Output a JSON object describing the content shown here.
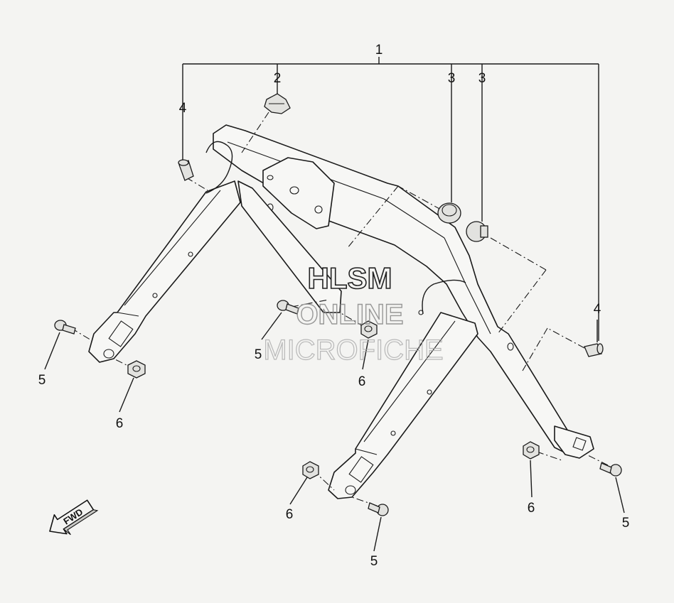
{
  "diagram": {
    "callouts": [
      {
        "id": "c1",
        "text": "1"
      },
      {
        "id": "c2",
        "text": "2"
      },
      {
        "id": "c3a",
        "text": "3"
      },
      {
        "id": "c3b",
        "text": "3"
      },
      {
        "id": "c4a",
        "text": "4"
      },
      {
        "id": "c4b",
        "text": "4"
      },
      {
        "id": "c5a",
        "text": "5"
      },
      {
        "id": "c5b",
        "text": "5"
      },
      {
        "id": "c5c",
        "text": "5"
      },
      {
        "id": "c5d",
        "text": "5"
      },
      {
        "id": "c6a",
        "text": "6"
      },
      {
        "id": "c6b",
        "text": "6"
      },
      {
        "id": "c6c",
        "text": "6"
      },
      {
        "id": "c6d",
        "text": "6"
      }
    ],
    "direction_arrow": {
      "label": "FWD",
      "icon": "forward-arrow-icon"
    },
    "watermark": {
      "line1": "HLSM",
      "line2": "ONLINE",
      "line3": "MICROFICHE"
    }
  }
}
